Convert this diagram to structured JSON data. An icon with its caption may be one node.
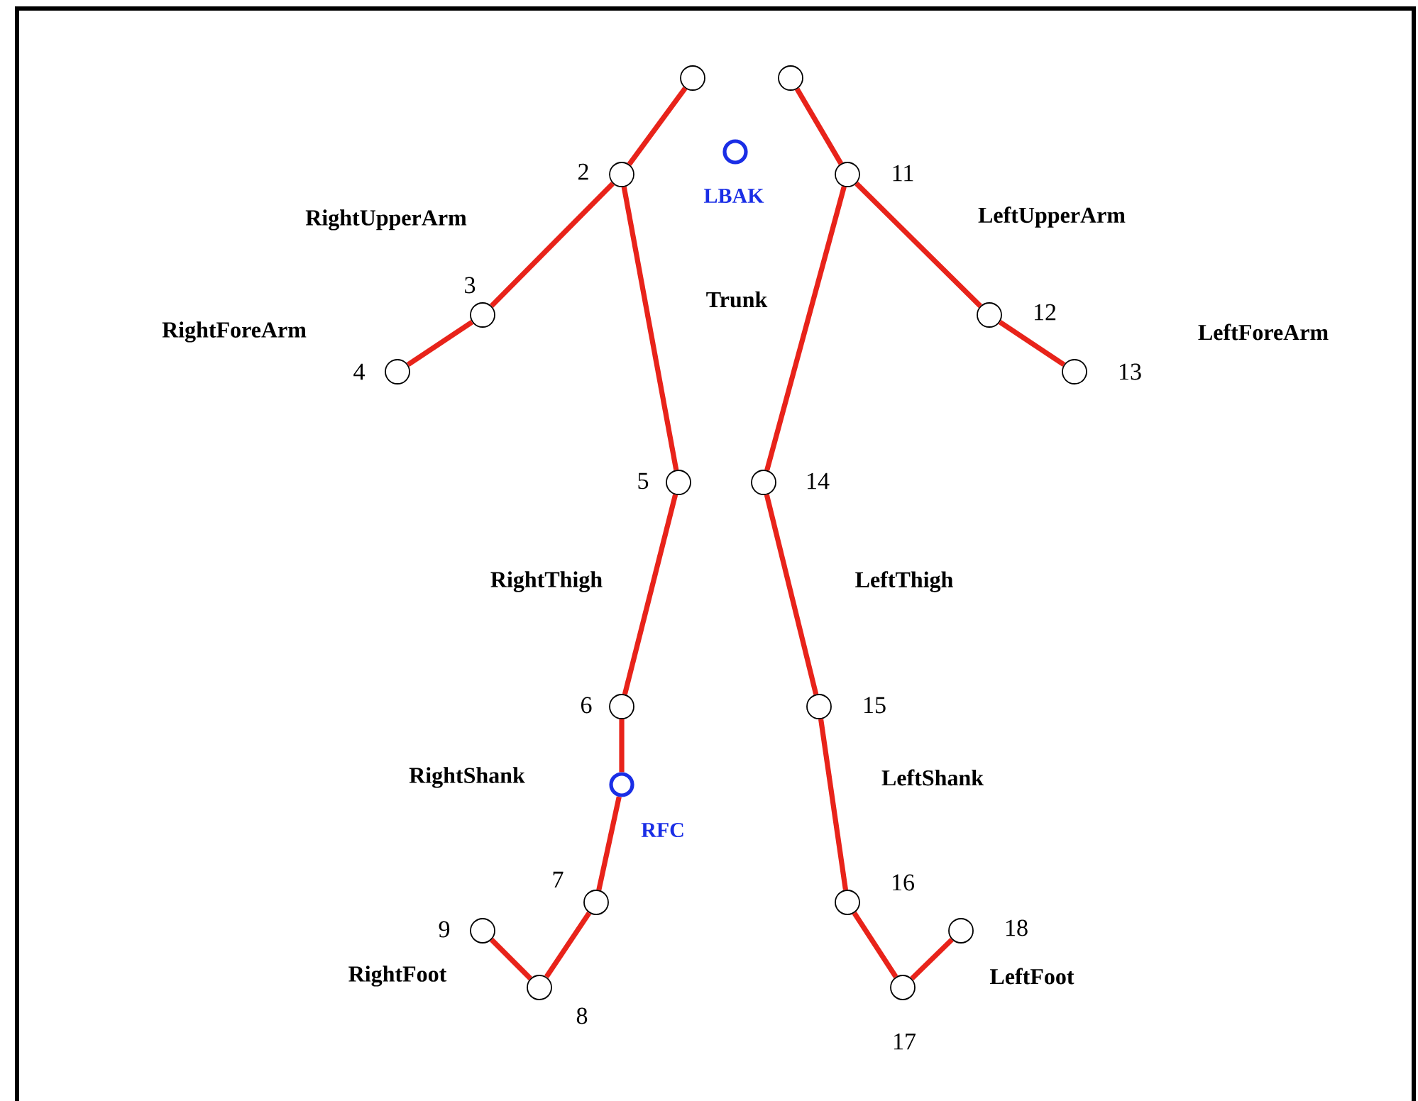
{
  "diagram": {
    "nodes": [
      {
        "text": [],
        "shape": "circle"
      },
      {
        "text": [],
        "shape": "circle",
        "beside": [
          "2"
        ]
      },
      {
        "text": [],
        "shape": "circle",
        "beside": [
          "3"
        ]
      },
      {
        "text": [],
        "shape": "circle",
        "beside": [
          "4"
        ]
      },
      {
        "text": [],
        "shape": "circle",
        "beside": [
          "5"
        ]
      },
      {
        "text": [],
        "shape": "circle",
        "beside": [
          "6"
        ]
      },
      {
        "text": [],
        "shape": "circle",
        "beside": [
          "RFC"
        ]
      },
      {
        "text": [],
        "shape": "circle",
        "beside": [
          "7"
        ]
      },
      {
        "text": [],
        "shape": "circle",
        "beside": [
          "8"
        ]
      },
      {
        "text": [],
        "shape": "circle",
        "beside": [
          "9"
        ]
      },
      {
        "text": [],
        "shape": "circle"
      },
      {
        "text": [],
        "shape": "circle",
        "beside": [
          "LBAK"
        ]
      },
      {
        "text": [],
        "shape": "circle",
        "beside": [
          "11"
        ]
      },
      {
        "text": [],
        "shape": "circle",
        "beside": [
          "12"
        ]
      },
      {
        "text": [],
        "shape": "circle",
        "beside": [
          "13"
        ]
      },
      {
        "text": [],
        "shape": "circle",
        "beside": [
          "14"
        ]
      },
      {
        "text": [],
        "shape": "circle",
        "beside": [
          "15"
        ]
      },
      {
        "text": [],
        "shape": "circle",
        "beside": [
          "16"
        ]
      },
      {
        "text": [],
        "shape": "circle",
        "beside": [
          "17"
        ]
      },
      {
        "text": [],
        "shape": "circle",
        "beside": [
          "18"
        ]
      }
    ],
    "edges": [
      {
        "from": 0,
        "to": 1,
        "arrow": "none"
      },
      {
        "from": 1,
        "to": 2,
        "arrow": "none"
      },
      {
        "from": 2,
        "to": 3,
        "arrow": "none"
      },
      {
        "from": 1,
        "to": 4,
        "arrow": "none"
      },
      {
        "from": 4,
        "to": 5,
        "arrow": "none"
      },
      {
        "from": 5,
        "to": 6,
        "arrow": "none"
      },
      {
        "from": 6,
        "to": 7,
        "arrow": "none"
      },
      {
        "from": 7,
        "to": 8,
        "arrow": "none"
      },
      {
        "from": 8,
        "to": 9,
        "arrow": "none"
      },
      {
        "from": 10,
        "to": 12,
        "arrow": "none"
      },
      {
        "from": 12,
        "to": 13,
        "arrow": "none"
      },
      {
        "from": 13,
        "to": 14,
        "arrow": "none"
      },
      {
        "from": 12,
        "to": 15,
        "arrow": "none"
      },
      {
        "from": 15,
        "to": 16,
        "arrow": "none"
      },
      {
        "from": 16,
        "to": 17,
        "arrow": "none"
      },
      {
        "from": 17,
        "to": 18,
        "arrow": "none"
      },
      {
        "from": 18,
        "to": 19,
        "arrow": "none"
      }
    ],
    "labels": [
      "RightUpperArm",
      "LeftUpperArm",
      "Trunk",
      "RightForeArm",
      "LeftForeArm",
      "RightThigh",
      "LeftThigh",
      "RightShank",
      "LeftShank",
      "RightFoot",
      "LeftFoot"
    ]
  }
}
